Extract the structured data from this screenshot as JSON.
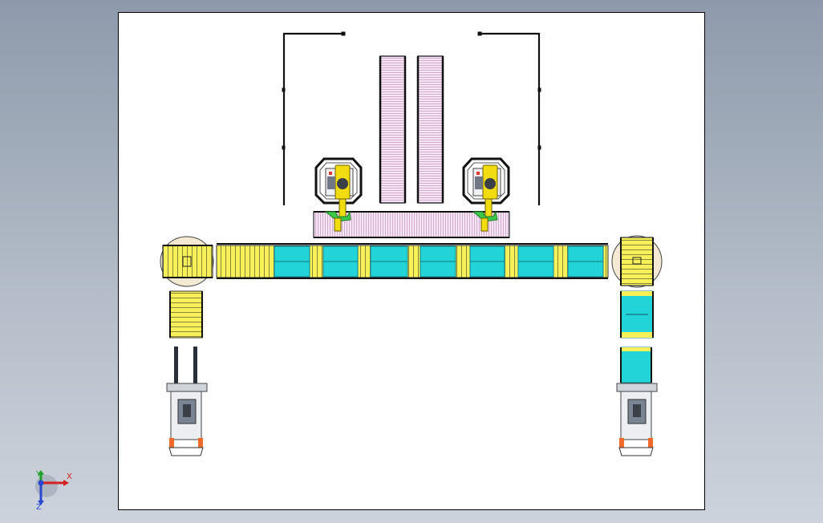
{
  "viewport": {
    "background": [
      "#8e9aab",
      "#cdd3dc"
    ],
    "sheet": {
      "fill": "#ffffff",
      "border": "#000000"
    }
  },
  "colors": {
    "yellow_roller": "#f6f05a",
    "cyan_pallet": "#22d3d8",
    "frame_dark": "#2b2f38",
    "frame_steel": "#9aa3b0",
    "belt_pink": "#f3dcf1",
    "robot_yellow": "#f0dc10",
    "gripper_green": "#3cc84a",
    "forklift_orange": "#f06a2a"
  },
  "axis_triad": {
    "x_label": "X",
    "y_label": "Y",
    "z_label": "Z",
    "x_color": "#d32020",
    "y_color": "#1fa02a",
    "z_color": "#2a45d0",
    "icon": "axis-triad-icon"
  },
  "scene": {
    "robots": 2,
    "forklifts": 2,
    "infeed_belts": 2
  }
}
